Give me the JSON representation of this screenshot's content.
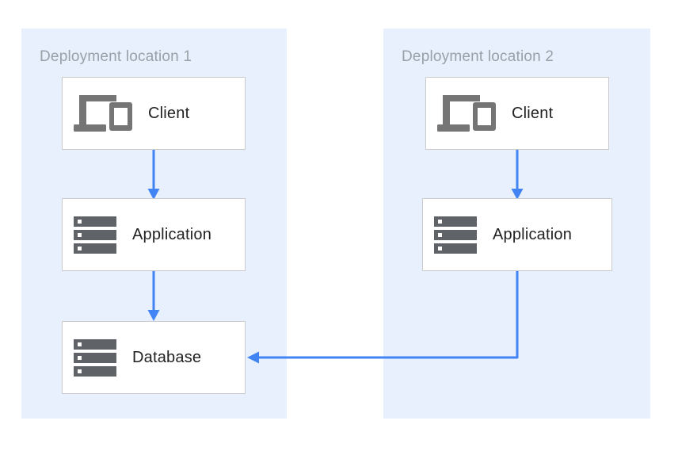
{
  "diagram": {
    "regions": [
      {
        "label": "Deployment location 1",
        "nodes": [
          {
            "id": "client-1",
            "label": "Client",
            "icon": "devices-icon"
          },
          {
            "id": "application-1",
            "label": "Application",
            "icon": "server-stack-icon"
          },
          {
            "id": "database-1",
            "label": "Database",
            "icon": "server-stack-icon"
          }
        ]
      },
      {
        "label": "Deployment location 2",
        "nodes": [
          {
            "id": "client-2",
            "label": "Client",
            "icon": "devices-icon"
          },
          {
            "id": "application-2",
            "label": "Application",
            "icon": "server-stack-icon"
          }
        ]
      }
    ],
    "connections": [
      {
        "from": "client-1",
        "to": "application-1"
      },
      {
        "from": "application-1",
        "to": "database-1"
      },
      {
        "from": "client-2",
        "to": "application-2"
      },
      {
        "from": "application-2",
        "to": "database-1"
      }
    ],
    "colors": {
      "region_background": "#E7F0FC",
      "arrow": "#4284F4",
      "node_border": "#CBCBCB",
      "node_background": "#FFFFFF",
      "devices_icon_gray": "#757575",
      "server_icon_gray": "#5F6368",
      "region_label_gray": "#99A0A8",
      "node_text": "#212121"
    }
  }
}
